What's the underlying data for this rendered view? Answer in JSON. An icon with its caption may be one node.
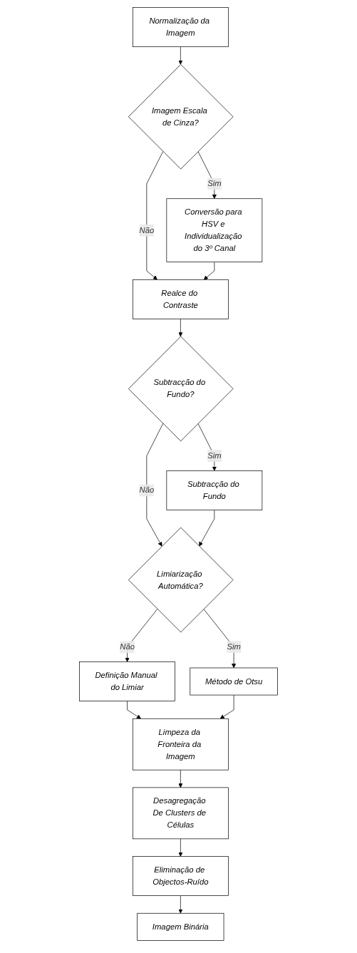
{
  "diagram": {
    "nodes": [
      {
        "text": [
          "Normalização da Imagem"
        ]
      },
      {
        "text": [
          "Imagem Escala de Cinza?"
        ]
      },
      {
        "text": [
          "Conversão para HSV e Individualização do 3º Canal"
        ]
      },
      {
        "text": [
          "Realce do Contraste"
        ]
      },
      {
        "text": [
          "Subtracção do Fundo?"
        ]
      },
      {
        "text": [
          "Subtracção do Fundo"
        ]
      },
      {
        "text": [
          "Limiarização Automática?"
        ]
      },
      {
        "text": [
          "Definição Manual do Limiar"
        ]
      },
      {
        "text": [
          "Método de Otsu"
        ]
      },
      {
        "text": [
          "Limpeza da Fronteira da Imagem"
        ]
      },
      {
        "text": [
          "Eliminação de Objectos-Ruído"
        ]
      },
      {
        "text": [
          "Desagregação De Clusters de Células"
        ]
      },
      {
        "text": [
          "Imagem Binária"
        ]
      }
    ],
    "edges": [
      {
        "from": 0,
        "to": 1,
        "arrow": "to"
      },
      {
        "from": 1,
        "to": 2,
        "arrow": "to",
        "label": "Sim"
      },
      {
        "from": 1,
        "to": 3,
        "arrow": "to",
        "label": "Não"
      },
      {
        "from": 2,
        "to": 3,
        "arrow": "to"
      },
      {
        "from": 3,
        "to": 4,
        "arrow": "to"
      },
      {
        "from": 4,
        "to": 5,
        "arrow": "to",
        "label": "Sim"
      },
      {
        "from": 4,
        "to": 6,
        "arrow": "to",
        "label": "Não"
      },
      {
        "from": 5,
        "to": 6,
        "arrow": "to"
      },
      {
        "from": 6,
        "to": 7,
        "arrow": "to",
        "label": "Não"
      },
      {
        "from": 6,
        "to": 8,
        "arrow": "to",
        "label": "Sim"
      },
      {
        "from": 7,
        "to": 9,
        "arrow": "to"
      },
      {
        "from": 8,
        "to": 9,
        "arrow": "to"
      },
      {
        "from": 9,
        "to": 11,
        "arrow": "to"
      },
      {
        "from": 11,
        "to": 10,
        "arrow": "to"
      },
      {
        "from": 10,
        "to": 12,
        "arrow": "to"
      }
    ]
  }
}
